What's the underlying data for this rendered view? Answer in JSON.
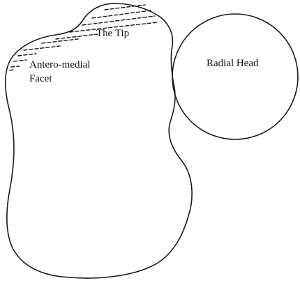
{
  "labels": {
    "tip": "The Tip",
    "facet_line1": "Antero-medial",
    "facet_line2": "Facet",
    "radial_head": "Radial Head"
  },
  "colors": {
    "line": "#1a1a1a",
    "background": "#ffffff"
  }
}
